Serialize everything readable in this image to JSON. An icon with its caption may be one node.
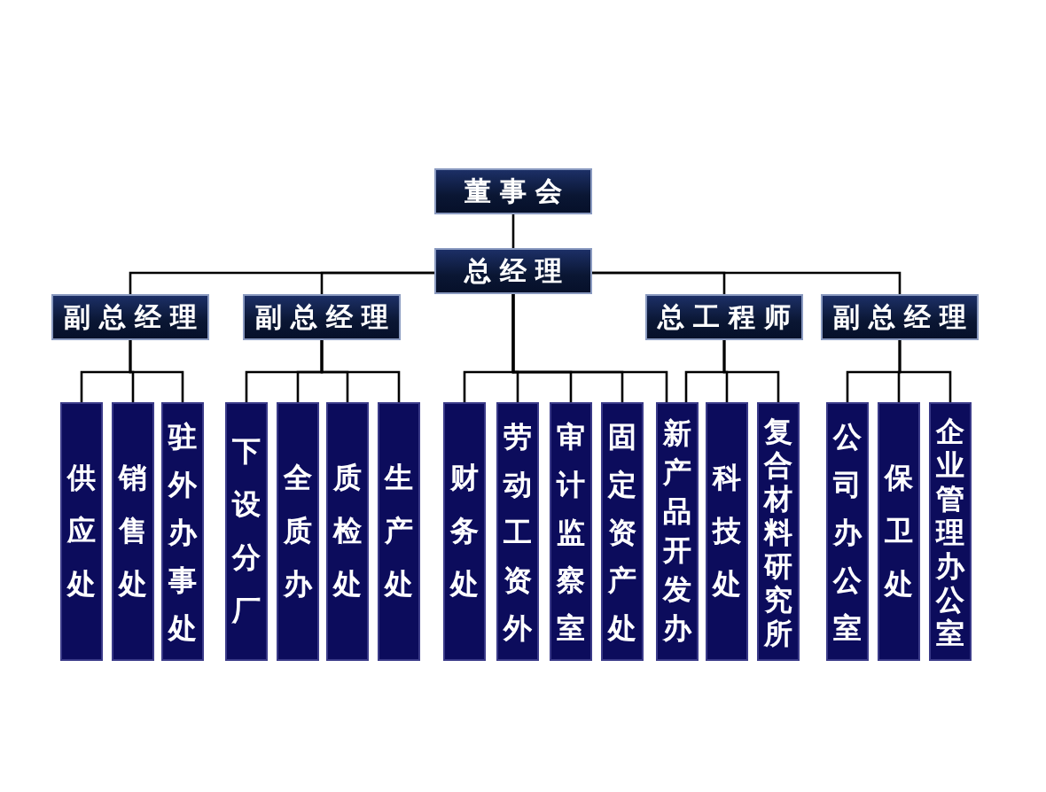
{
  "diagram": {
    "nodes": [
      {
        "text": [
          "董事会"
        ]
      },
      {
        "text": [
          "总经理"
        ]
      },
      {
        "text": [
          "副总经理"
        ]
      },
      {
        "text": [
          "副总经理"
        ]
      },
      {
        "text": [
          "总工程师"
        ]
      },
      {
        "text": [
          "副总经理"
        ]
      },
      {
        "text": [
          "供应处"
        ]
      },
      {
        "text": [
          "销售处"
        ]
      },
      {
        "text": [
          "驻外办事处"
        ]
      },
      {
        "text": [
          "下设分厂"
        ]
      },
      {
        "text": [
          "全质办"
        ]
      },
      {
        "text": [
          "质检处"
        ]
      },
      {
        "text": [
          "生产处"
        ]
      },
      {
        "text": [
          "财务处"
        ]
      },
      {
        "text": [
          "劳动工资外"
        ]
      },
      {
        "text": [
          "审计监察室"
        ]
      },
      {
        "text": [
          "固定资产处"
        ]
      },
      {
        "text": [
          "新产品开发办"
        ]
      },
      {
        "text": [
          "科技处"
        ]
      },
      {
        "text": [
          "复合材料研究所"
        ]
      },
      {
        "text": [
          "公司办公室"
        ]
      },
      {
        "text": [
          "保卫处"
        ]
      },
      {
        "text": [
          "企业管理办公室"
        ]
      }
    ],
    "edges": [
      {
        "from": 0,
        "to": 1,
        "arrow": "none"
      },
      {
        "from": 1,
        "to": 2,
        "arrow": "none"
      },
      {
        "from": 1,
        "to": 3,
        "arrow": "none"
      },
      {
        "from": 1,
        "to": 4,
        "arrow": "none"
      },
      {
        "from": 1,
        "to": 5,
        "arrow": "none"
      },
      {
        "from": 2,
        "to": 6,
        "arrow": "none"
      },
      {
        "from": 2,
        "to": 7,
        "arrow": "none"
      },
      {
        "from": 2,
        "to": 8,
        "arrow": "none"
      },
      {
        "from": 3,
        "to": 9,
        "arrow": "none"
      },
      {
        "from": 3,
        "to": 10,
        "arrow": "none"
      },
      {
        "from": 3,
        "to": 11,
        "arrow": "none"
      },
      {
        "from": 3,
        "to": 12,
        "arrow": "none"
      },
      {
        "from": 1,
        "to": 13,
        "arrow": "none"
      },
      {
        "from": 1,
        "to": 14,
        "arrow": "none"
      },
      {
        "from": 1,
        "to": 15,
        "arrow": "none"
      },
      {
        "from": 1,
        "to": 16,
        "arrow": "none"
      },
      {
        "from": 1,
        "to": 17,
        "arrow": "none"
      },
      {
        "from": 4,
        "to": 17,
        "arrow": "none"
      },
      {
        "from": 4,
        "to": 18,
        "arrow": "none"
      },
      {
        "from": 4,
        "to": 19,
        "arrow": "none"
      },
      {
        "from": 5,
        "to": 20,
        "arrow": "none"
      },
      {
        "from": 5,
        "to": 21,
        "arrow": "none"
      },
      {
        "from": 5,
        "to": 22,
        "arrow": "none"
      }
    ]
  }
}
